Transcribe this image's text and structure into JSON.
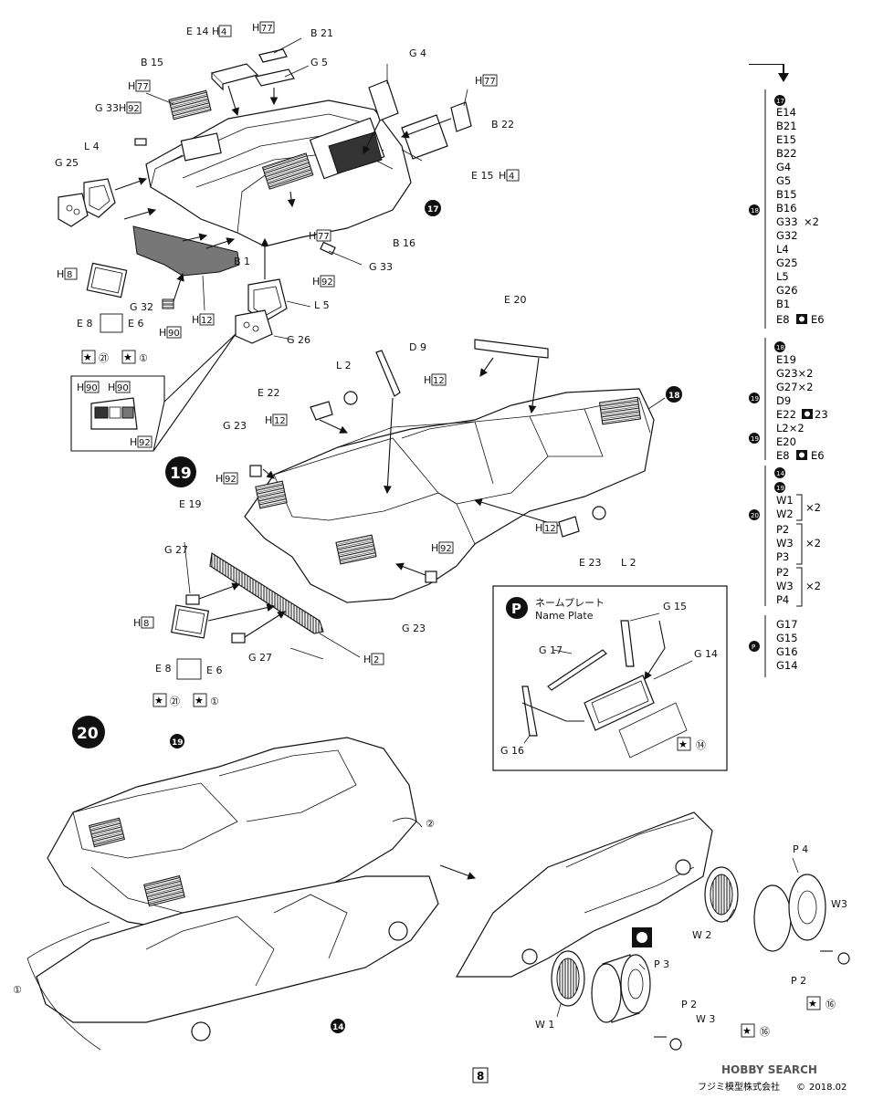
{
  "page_number": "8",
  "footer": {
    "maker": "フジミ模型株式会社",
    "copyright": "©",
    "date": "2018.02",
    "watermark": "HOBBY SEARCH"
  },
  "steps": {
    "s17": "17",
    "s18": "18",
    "s19": "19",
    "s20": "20"
  },
  "nameplate": {
    "marker": "P",
    "title_jp": "ネームプレート",
    "title_en": "Name Plate"
  },
  "callouts": {
    "e14h4_a": "E 14",
    "e14h4_b": "H",
    "e14h4_c": "4",
    "h77_top": "77",
    "b21": "B 21",
    "g4": "G 4",
    "g5": "G 5",
    "b15": "B 15",
    "h77_b15": "77",
    "h77_b22": "77",
    "b22": "B 22",
    "g33h92": "G 33",
    "h92_g33": "92",
    "l4": "L 4",
    "g25": "G 25",
    "e15": "E 15",
    "h4_e15": "4",
    "b16": "B 16",
    "h77_b16": "77",
    "h92_g33b": "92",
    "g33b": "G 33",
    "h8": "8",
    "b1": "B 1",
    "g32": "G 32",
    "h12_b1": "12",
    "l5": "L 5",
    "e8": "E 8",
    "e6": "E 6",
    "h90": "90",
    "g26": "G 26",
    "c21": "㉑",
    "c1": "①",
    "h90_box1": "90",
    "h90_box2": "90",
    "h92_box": "92",
    "e20": "E 20",
    "d9": "D 9",
    "l2_top": "L 2",
    "h12_d9": "12",
    "e22": "E 22",
    "h12_e22": "12",
    "g23_top": "G 23",
    "h92_g23": "92",
    "h12_e23": "12",
    "e23": "E 23",
    "l2_bot": "L 2",
    "h92_g23b": "92",
    "g23_bot": "G 23",
    "e19": "E 19",
    "g27_top": "G 27",
    "h8_b": "8",
    "g27_bot": "G 27",
    "h2": "2",
    "e8_b": "E 8",
    "e6_b": "E 6",
    "c21_b": "㉑",
    "c1_b": "①",
    "g15": "G 15",
    "g17": "G 17",
    "g14": "G 14",
    "g16": "G 16",
    "c14": "⑭",
    "p4": "P 4",
    "w3_r": "W3",
    "w2": "W 2",
    "p2_r": "P 2",
    "c16_r": "⑯",
    "p3": "P 3",
    "w1": "W 1",
    "p2_b": "P 2",
    "w3_b": "W 3",
    "c16_b": "⑯",
    "c2": "②",
    "c1_20": "①",
    "s14": "14",
    "s19b": "19"
  },
  "parts_list": {
    "step17": {
      "parent": "17",
      "items": [
        "E14",
        "B21",
        "E15",
        "B22",
        "G4",
        "G5",
        "B15",
        "B16",
        "G33",
        "G32",
        "L4",
        "G25",
        "L5",
        "G26",
        "B1"
      ],
      "g33_mult": "×2",
      "e8": "E8",
      "e6": "E6",
      "step_marker": "18"
    },
    "step18": {
      "parent": "18",
      "e19": "E19",
      "g23": "G23×2",
      "g27": "G27×2",
      "d9": "D9",
      "e22": "E22",
      "e22_23": "23",
      "l2": "L2×2",
      "e20": "E20",
      "e8": "E8",
      "e6": "E6",
      "step_a": "19",
      "step_b": "19"
    },
    "step19": {
      "p1": "14",
      "p2": "19",
      "step_marker": "20",
      "w1": "W1",
      "w2": "W2",
      "x2a": "×2",
      "p2a": "P2",
      "w3a": "W3",
      "p3": "P3",
      "x2b": "×2",
      "p2b": "P2",
      "w3b": "W3",
      "p4": "P4",
      "x2c": "×2"
    },
    "nameplate": {
      "marker": "P",
      "items": [
        "G17",
        "G15",
        "G16",
        "G14"
      ]
    }
  },
  "colors": {
    "ink": "#111111",
    "paper": "#ffffff",
    "grey": "#777777"
  }
}
